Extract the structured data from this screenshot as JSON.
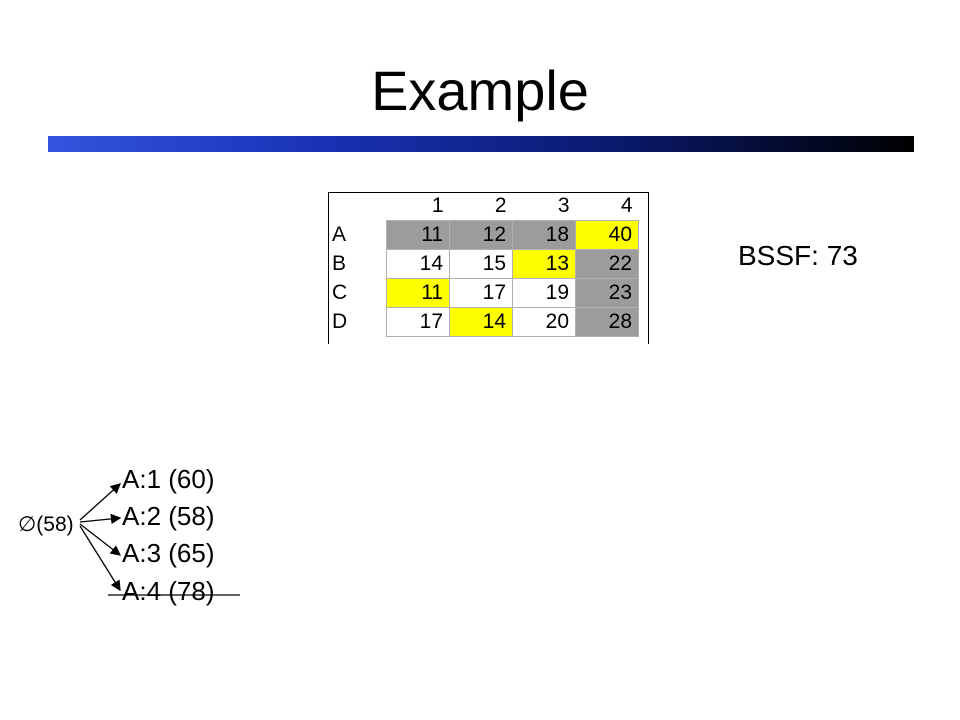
{
  "slide": {
    "title": "Example",
    "bssf_label": "BSSF: 73"
  },
  "matrix": {
    "col_headers": [
      "1",
      "2",
      "3",
      "4"
    ],
    "rows": [
      {
        "label": "A",
        "cells": [
          {
            "v": "11",
            "hl": "gray"
          },
          {
            "v": "12",
            "hl": "gray"
          },
          {
            "v": "18",
            "hl": "gray"
          },
          {
            "v": "40",
            "hl": "yellow"
          }
        ]
      },
      {
        "label": "B",
        "cells": [
          {
            "v": "14",
            "hl": ""
          },
          {
            "v": "15",
            "hl": ""
          },
          {
            "v": "13",
            "hl": "yellow"
          },
          {
            "v": "22",
            "hl": "gray"
          }
        ]
      },
      {
        "label": "C",
        "cells": [
          {
            "v": "11",
            "hl": "yellow"
          },
          {
            "v": "17",
            "hl": ""
          },
          {
            "v": "19",
            "hl": ""
          },
          {
            "v": "23",
            "hl": "gray"
          }
        ]
      },
      {
        "label": "D",
        "cells": [
          {
            "v": "17",
            "hl": ""
          },
          {
            "v": "14",
            "hl": "yellow"
          },
          {
            "v": "20",
            "hl": ""
          },
          {
            "v": "28",
            "hl": "gray"
          }
        ]
      }
    ]
  },
  "tree": {
    "root_label": "∅(58)",
    "children": [
      {
        "label": "A:1 (60)",
        "pruned": false
      },
      {
        "label": "A:2 (58)",
        "pruned": false
      },
      {
        "label": "A:3 (65)",
        "pruned": false
      },
      {
        "label": "A:4 (78)",
        "pruned": true
      }
    ]
  }
}
